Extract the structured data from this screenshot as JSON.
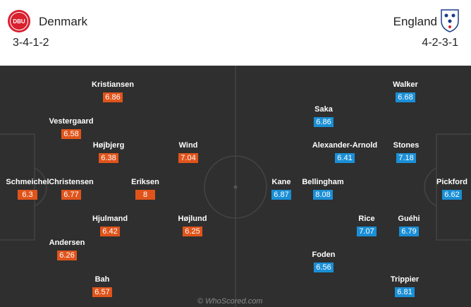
{
  "home": {
    "name": "Denmark",
    "formation": "3-4-1-2",
    "crest_icon": "dbu-crest-icon",
    "crest_text": "DBU",
    "rating_color": "#e0541b",
    "players": [
      {
        "name": "Kristiansen",
        "rating": "6.86"
      },
      {
        "name": "Vestergaard",
        "rating": "6.58"
      },
      {
        "name": "Højbjerg",
        "rating": "6.38"
      },
      {
        "name": "Wind",
        "rating": "7.04"
      },
      {
        "name": "Schmeichel",
        "rating": "6.3"
      },
      {
        "name": "Christensen",
        "rating": "6.77"
      },
      {
        "name": "Eriksen",
        "rating": "8"
      },
      {
        "name": "Hjulmand",
        "rating": "6.42"
      },
      {
        "name": "Højlund",
        "rating": "6.25"
      },
      {
        "name": "Andersen",
        "rating": "6.26"
      },
      {
        "name": "Bah",
        "rating": "6.57"
      }
    ]
  },
  "away": {
    "name": "England",
    "formation": "4-2-3-1",
    "crest_icon": "three-lions-crest-icon",
    "rating_color": "#1a8fd6",
    "players": [
      {
        "name": "Walker",
        "rating": "6.68"
      },
      {
        "name": "Saka",
        "rating": "6.86"
      },
      {
        "name": "Alexander-Arnold",
        "rating": "6.41"
      },
      {
        "name": "Stones",
        "rating": "7.18"
      },
      {
        "name": "Kane",
        "rating": "6.87"
      },
      {
        "name": "Bellingham",
        "rating": "8.08"
      },
      {
        "name": "Pickford",
        "rating": "6.62"
      },
      {
        "name": "Rice",
        "rating": "7.07"
      },
      {
        "name": "Guéhi",
        "rating": "6.79"
      },
      {
        "name": "Foden",
        "rating": "6.56"
      },
      {
        "name": "Trippier",
        "rating": "6.81"
      }
    ]
  },
  "watermark": "© WhoScored.com"
}
